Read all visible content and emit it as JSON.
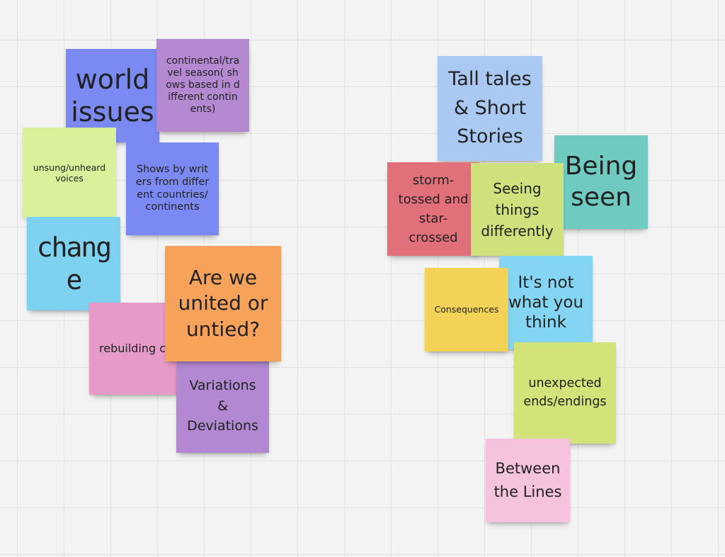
{
  "colors": {
    "blue": "#7b8af2",
    "purple": "#b589d2",
    "lime": "#d8f19a",
    "cyan": "#7fd1f2",
    "orange": "#f6a25a",
    "pink": "#e59ac7",
    "violet": "#b188d1",
    "light_blue": "#a9c8f2",
    "teal": "#6fcac0",
    "red": "#e2707a",
    "green": "#cfe17c",
    "yellow": "#f2d257",
    "sky": "#84d5f4",
    "lime2": "#d3e37a",
    "light_pink": "#f6c3de"
  },
  "notes": [
    {
      "id": "world-issues",
      "text": "world issues"
    },
    {
      "id": "continental",
      "text": "continental/travel season( shows based in different continents)"
    },
    {
      "id": "unsung",
      "text": "unsung/unheard voices"
    },
    {
      "id": "shows-by-writers",
      "text": "Shows by writers from different countries/continents"
    },
    {
      "id": "change",
      "text": "change"
    },
    {
      "id": "united-untied",
      "text": "Are we united or untied?"
    },
    {
      "id": "rebuilding",
      "text": "rebuilding communities"
    },
    {
      "id": "variations",
      "text": "Variations & Deviations"
    },
    {
      "id": "tall-tales",
      "text": "Tall tales & Short Stories"
    },
    {
      "id": "being-seen",
      "text": "Being seen"
    },
    {
      "id": "storm-tossed",
      "text": "storm-tossed and star-crossed"
    },
    {
      "id": "seeing-things",
      "text": "Seeing things differently"
    },
    {
      "id": "consequences",
      "text": "Consequences"
    },
    {
      "id": "not-what-you-think",
      "text": "It's not what you think"
    },
    {
      "id": "unexpected-ends",
      "text": "unexpected ends/endings"
    },
    {
      "id": "between-lines",
      "text": "Between the Lines"
    }
  ]
}
